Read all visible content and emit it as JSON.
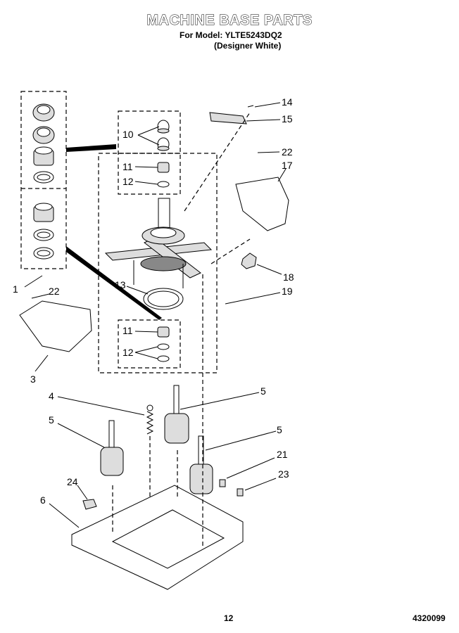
{
  "header": {
    "title": "MACHINE BASE PARTS",
    "model_line": "For Model: YLTE5243DQ2",
    "color_line": "(Designer White)"
  },
  "callouts": [
    "1",
    "3",
    "4",
    "5",
    "5",
    "5",
    "6",
    "10",
    "11",
    "11",
    "12",
    "12",
    "13",
    "14",
    "15",
    "17",
    "18",
    "19",
    "21",
    "22",
    "22",
    "23",
    "24"
  ],
  "footer": {
    "page_number": "12",
    "doc_number": "4320099"
  }
}
